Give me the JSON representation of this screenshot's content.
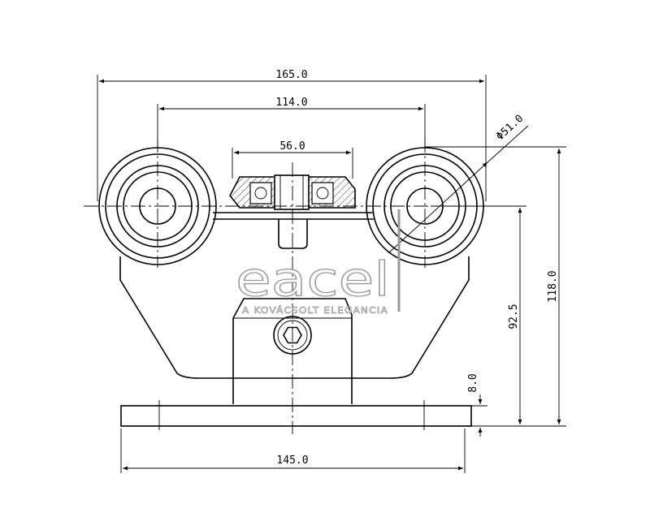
{
  "drawing": {
    "dimensions": {
      "overall_width": "165.0",
      "wheel_spacing": "114.0",
      "bearing_width": "56.0",
      "wheel_diameter": "Φ51.0",
      "base_width": "145.0",
      "total_height": "118.0",
      "axle_height": "92.5",
      "base_thickness": "8.0"
    },
    "watermark": {
      "brand": "eacel",
      "tagline": "A KOVÁCSOLT ELEGANCIA"
    }
  }
}
